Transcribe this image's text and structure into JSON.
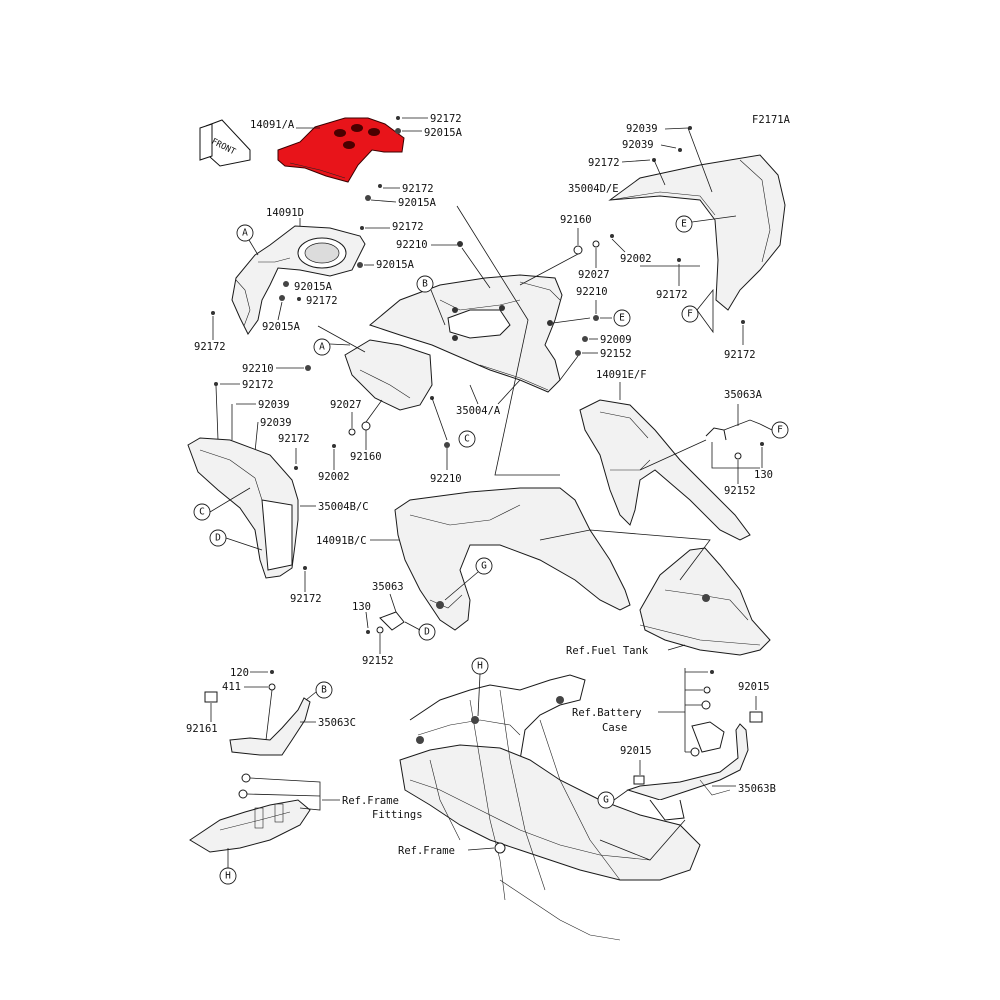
{
  "diagram_code": "F2171A",
  "front_arrow": "FRONT",
  "highlight_color": "#e8141a",
  "labels": {
    "l14091A": "14091/A",
    "l92172_a": "92172",
    "l92015A_a": "92015A",
    "l92172_b": "92172",
    "l92015A_b": "92015A",
    "l14091D": "14091D",
    "l92172_c": "92172",
    "l92015A_c": "92015A",
    "l92015A_d": "92015A",
    "l92172_d": "92172",
    "l92015A_e": "92015A",
    "l92172_e": "92172",
    "l92210_a": "92210",
    "l92172_f": "92172",
    "l92039_a": "92039",
    "l92039_b": "92039",
    "l92172_g": "92172",
    "l35004BC": "35004B/C",
    "l92172_h": "92172",
    "l92027_a": "92027",
    "l92002_a": "92002",
    "l92160_a": "92160",
    "l92210_b": "92210",
    "l35004A": "35004/A",
    "l92210_c": "92210",
    "l92039_c": "92039",
    "l92039_d": "92039",
    "l92172_i": "92172",
    "l35004DE": "35004D/E",
    "l92160_b": "92160",
    "l92027_b": "92027",
    "l92002_b": "92002",
    "l92210_d": "92210",
    "l92172_j": "92172",
    "l92172_k": "92172",
    "l92009": "92009",
    "l92152_a": "92152",
    "l14091EF": "14091E/F",
    "l35063A": "35063A",
    "l130_a": "130",
    "l92152_b": "92152",
    "l14091BC": "14091B/C",
    "l35063": "35063",
    "l130_b": "130",
    "l92152_c": "92152",
    "l120": "120",
    "l411": "411",
    "l92161": "92161",
    "l35063C": "35063C",
    "lRefFrameFittings1": "Ref.Frame",
    "lRefFrameFittings2": "Fittings",
    "lRefFrame": "Ref.Frame",
    "lRefFuelTank": "Ref.Fuel Tank",
    "lRefBattery1": "Ref.Battery",
    "lRefBattery2": "Case",
    "l92015_a": "92015",
    "l92015_b": "92015",
    "l35063B": "35063B"
  },
  "callouts": {
    "A1": "A",
    "A2": "A",
    "B1": "B",
    "B2": "B",
    "C1": "C",
    "C2": "C",
    "D1": "D",
    "D2": "D",
    "E1": "E",
    "E2": "E",
    "F1": "F",
    "F2": "F",
    "G1": "G",
    "G2": "G",
    "H1": "H",
    "H2": "H"
  }
}
